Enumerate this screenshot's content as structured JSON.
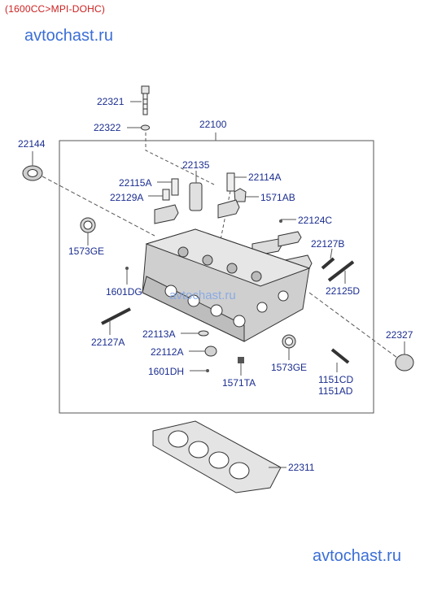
{
  "variant": "(1600CC>MPI-DOHC)",
  "watermarks": {
    "top": "avtochast.ru",
    "bottom": "avtochast.ru",
    "center": "avtochast.ru"
  },
  "colors": {
    "label": "#1a2d8f",
    "variant": "#cc1f1f",
    "watermark": "#3a6ed6",
    "line": "#444444"
  },
  "parts": {
    "p22321": "22321",
    "p22322": "22322",
    "p22100": "22100",
    "p22144": "22144",
    "p22135": "22135",
    "p22115A": "22115A",
    "p22114A": "22114A",
    "p22129A": "22129A",
    "p1571AB": "1571AB",
    "p22124C": "22124C",
    "p1573GE_left": "1573GE",
    "p22127B": "22127B",
    "p1601DG": "1601DG",
    "p22125D": "22125D",
    "p22127A": "22127A",
    "p22113A": "22113A",
    "p22327": "22327",
    "p22112A": "22112A",
    "p1573GE_right": "1573GE",
    "p1601DH": "1601DH",
    "p1571TA": "1571TA",
    "p1151CD": "1151CD",
    "p1151AD": "1151AD",
    "p22311": "22311"
  }
}
